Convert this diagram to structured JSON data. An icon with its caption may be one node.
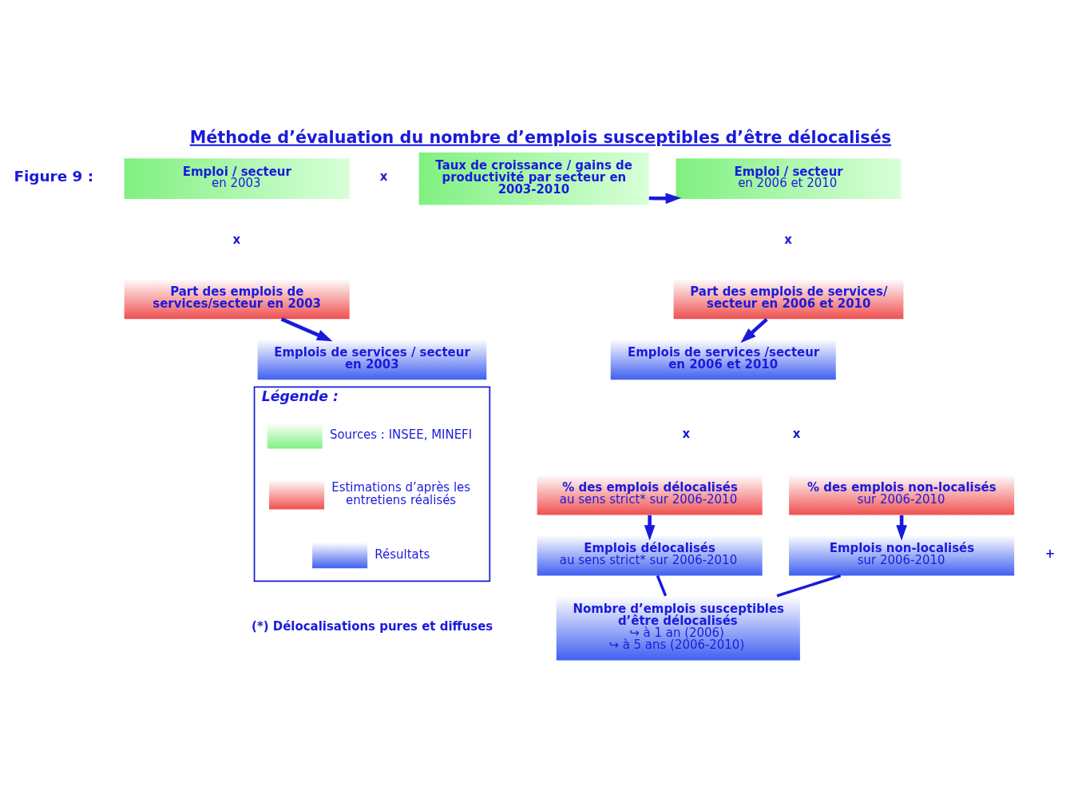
{
  "diagram": {
    "title": "Méthode d’évaluation du nombre d’emplois susceptibles d’être délocalisés",
    "nodes": [
      {
        "text": [
          "Emploi / secteur",
          "en 2003"
        ]
      },
      {
        "text": [
          "Taux de croissance / gains de productivité par secteur en 2003-2010"
        ]
      },
      {
        "text": [
          "Emploi / secteur",
          "en 2006 et 2010"
        ]
      },
      {
        "text": [
          "Part des emplois de services/secteur en 2003"
        ]
      },
      {
        "text": [
          "Part des emplois de services/ secteur en 2006 et 2010"
        ]
      },
      {
        "text": [
          "Emplois de services / secteur en 2003"
        ]
      },
      {
        "text": [
          "Emplois de services /secteur en 2006 et 2010"
        ]
      },
      {
        "text": [
          "% des emplois délocalisés",
          "au sens strict* sur 2006-2010"
        ]
      },
      {
        "text": [
          "% des emplois non-localisés",
          "sur 2006-2010"
        ]
      },
      {
        "text": [
          "Emplois délocalisés",
          "au sens strict* sur 2006-2010"
        ]
      },
      {
        "text": [
          "Emplois non-localisés",
          "sur 2006-2010"
        ]
      },
      {
        "text": [
          "Nombre d’emplois susceptibles d’être délocalisés",
          "↪ à 1 an (2006)",
          "↪ à 5 ans (2006-2010)"
        ]
      },
      {
        "text": [
          "Légende :"
        ]
      }
    ],
    "edges": [
      {
        "from": 1,
        "to": 2,
        "arrow": "to"
      },
      {
        "from": 3,
        "to": 5,
        "arrow": "to"
      },
      {
        "from": 4,
        "to": 6,
        "arrow": "to"
      },
      {
        "from": 7,
        "to": 9,
        "arrow": "to"
      },
      {
        "from": 8,
        "to": 10,
        "arrow": "to"
      },
      {
        "from": 9,
        "to": 11,
        "arrow": "none"
      },
      {
        "from": 10,
        "to": 11,
        "arrow": "none"
      }
    ],
    "labels": [
      "Figure 9 :",
      "x",
      "x",
      "x",
      "x",
      "x",
      "+",
      "(*) Délocalisations pures et diffuses"
    ],
    "legend": [
      {
        "text": "Sources : INSEE, MINEFI",
        "color": "#80f080"
      },
      {
        "text": "Estimations d’après les entretiens réalisés",
        "color": "#f05050"
      },
      {
        "text": "Résultats",
        "color": "#4060f0"
      }
    ]
  }
}
